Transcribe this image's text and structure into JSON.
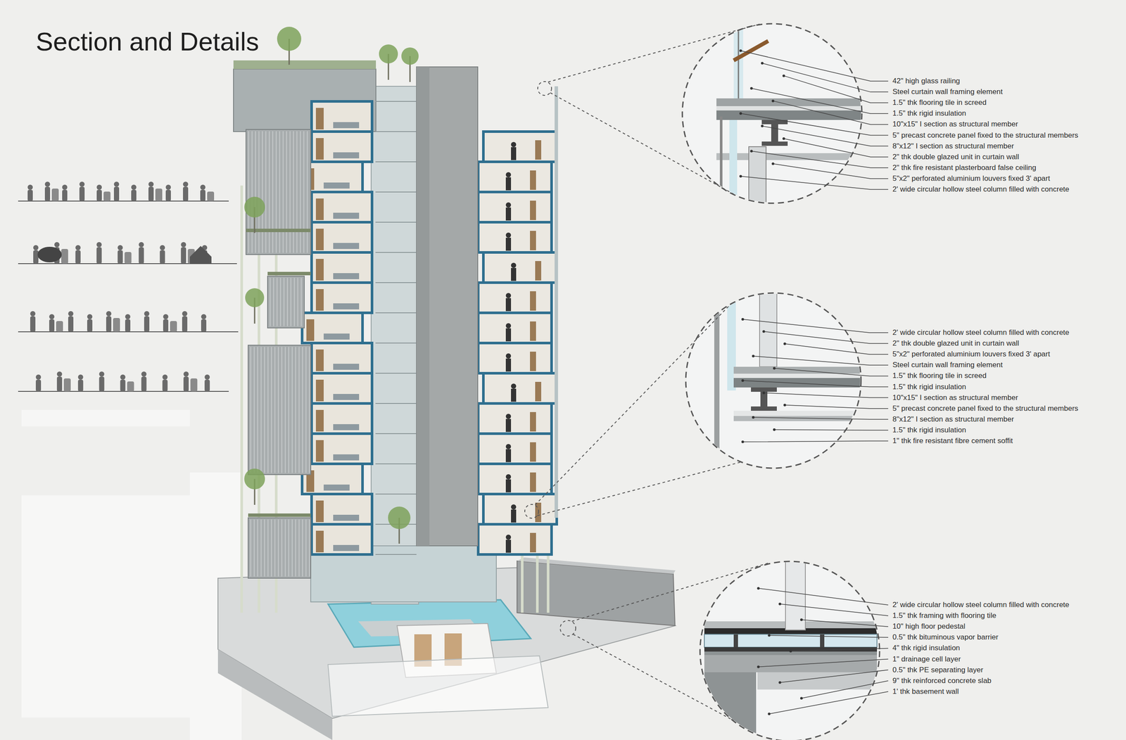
{
  "diagram": {
    "title": "Section and Details",
    "labels": [
      "42\" high glass railing",
      "Steel curtain wall framing element",
      "1.5\" thk flooring tile in screed",
      "1.5\" thk rigid insulation",
      "10\"x15\" I section as structural member",
      "5\" precast concrete panel fixed to the structural members",
      "8\"x12\" I section as structural member",
      "2\" thk double glazed unit in curtain wall",
      "2\" thk fire resistant plasterboard false ceiling",
      "5\"x2\" perforated aluminium louvers fixed 3' apart",
      "2' wide circular hollow steel column filled with concrete",
      "2' wide circular hollow steel column filled with concrete",
      "2\" thk double glazed unit in curtain wall",
      "5\"x2\" perforated aluminium louvers fixed 3' apart",
      "Steel curtain wall framing element",
      "1.5\" thk flooring tile in screed",
      "1.5\" thk rigid insulation",
      "10\"x15\" I section as structural member",
      "5\" precast concrete panel fixed to the structural members",
      "8\"x12\" I section as structural member",
      "1.5\" thk rigid insulation",
      "1\" thk fire resistant fibre cement soffit",
      "2' wide circular hollow steel column filled with concrete",
      "1.5\" thk framing with flooring tile",
      "10\" high floor pedestal",
      "0.5\" thk bituminous vapor barrier",
      "4\" thk rigid insulation",
      "1\" drainage cell layer",
      "0.5\" thk PE separating layer",
      "9\" thk reinforced concrete slab",
      "1' thk basement wall"
    ]
  }
}
